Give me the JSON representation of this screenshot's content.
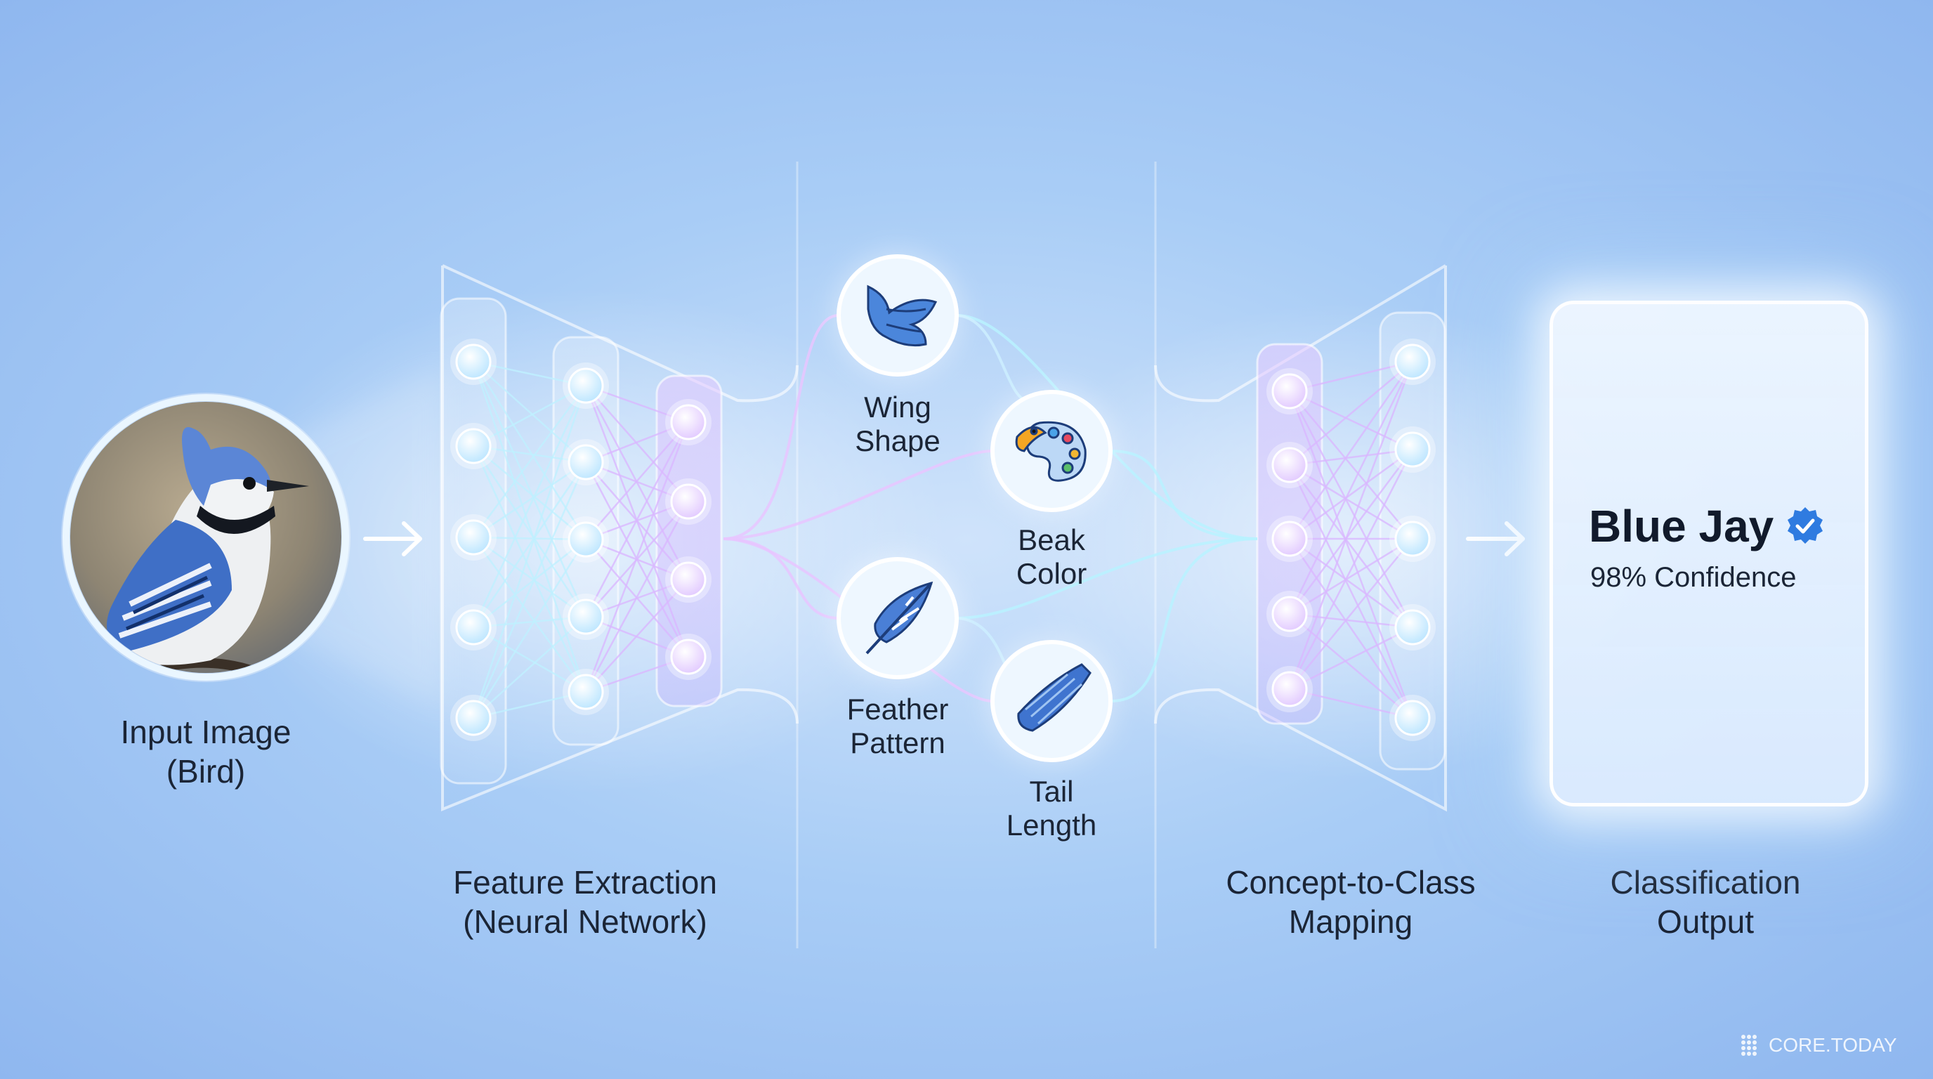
{
  "stages": {
    "input": [
      "Input Image",
      "(Bird)"
    ],
    "feature": [
      "Feature Extraction",
      "(Neural Network)"
    ],
    "mapping": [
      "Concept-to-Class",
      "Mapping"
    ],
    "output": [
      "Classification",
      "Output"
    ]
  },
  "concepts": [
    {
      "lines": [
        "Wing",
        "Shape"
      ],
      "icon": "wing-icon"
    },
    {
      "lines": [
        "Beak",
        "Color"
      ],
      "icon": "beak-palette-icon"
    },
    {
      "lines": [
        "Feather",
        "Pattern"
      ],
      "icon": "feather-icon"
    },
    {
      "lines": [
        "Tail",
        "Length"
      ],
      "icon": "tail-icon"
    }
  ],
  "result": {
    "class_name": "Blue Jay",
    "confidence": "98% Confidence"
  },
  "brand": "CORE.TODAY",
  "colors": {
    "node": "#d6f2ff",
    "node_purple": "#e9d6ff",
    "accent": "#2f7be0",
    "bird_blue": "#4a78c9"
  }
}
